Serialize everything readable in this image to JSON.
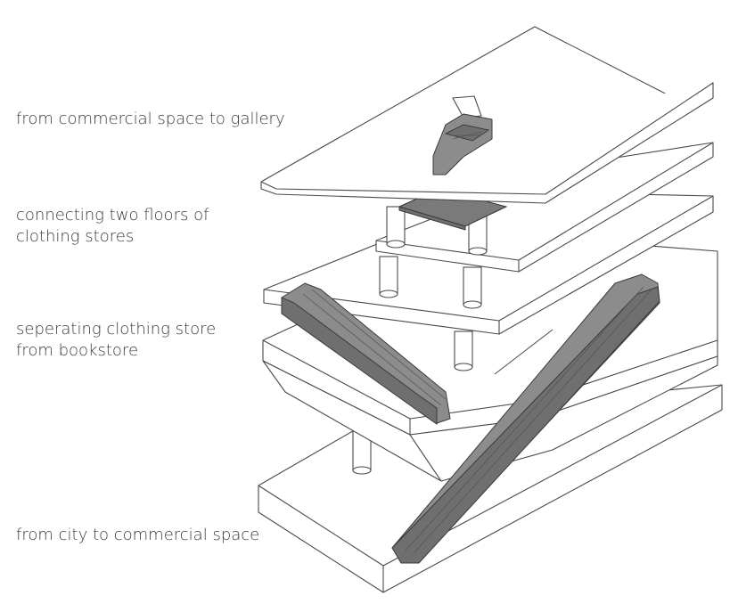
{
  "labels": {
    "level_1": "from commercial space to gallery",
    "level_2_line1": "connecting two floors of",
    "level_2_line2": "clothing stores",
    "level_3_line1": "seperating clothing store",
    "level_3_line2": "from bookstore",
    "level_4": "from city to commercial space"
  },
  "colors": {
    "line": "#4a4a4a",
    "escalator": "#8c8c8c",
    "text": "#3a3a3a"
  }
}
